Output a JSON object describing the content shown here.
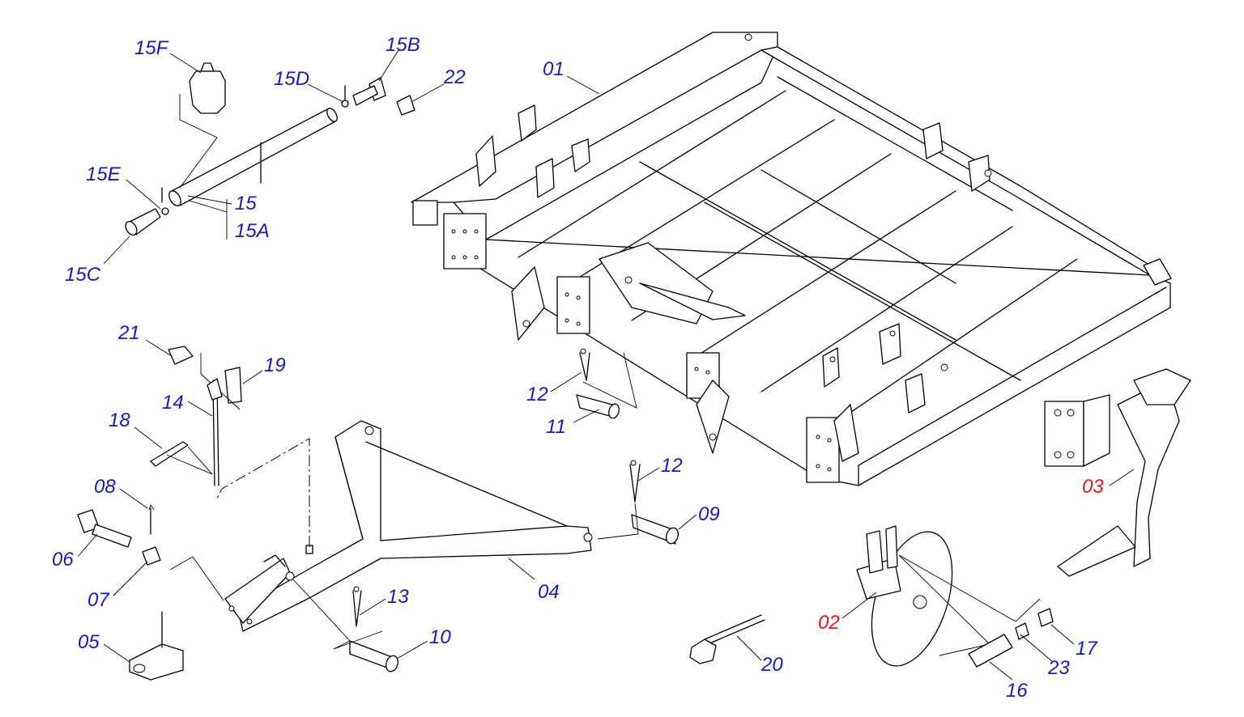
{
  "colors": {
    "label_blue": "#1a1ab4",
    "label_red": "#e01a1a",
    "line": "#000000"
  },
  "labels": {
    "l01": "01",
    "l02": "02",
    "l03": "03",
    "l04": "04",
    "l05": "05",
    "l06": "06",
    "l07": "07",
    "l08": "08",
    "l09": "09",
    "l10": "10",
    "l11": "11",
    "l12a": "12",
    "l12b": "12",
    "l13": "13",
    "l14": "14",
    "l15": "15",
    "l15A": "15A",
    "l15B": "15B",
    "l15C": "15C",
    "l15D": "15D",
    "l15E": "15E",
    "l15F": "15F",
    "l16": "16",
    "l17": "17",
    "l18": "18",
    "l19": "19",
    "l20": "20",
    "l21": "21",
    "l22": "22",
    "l23": "23"
  }
}
